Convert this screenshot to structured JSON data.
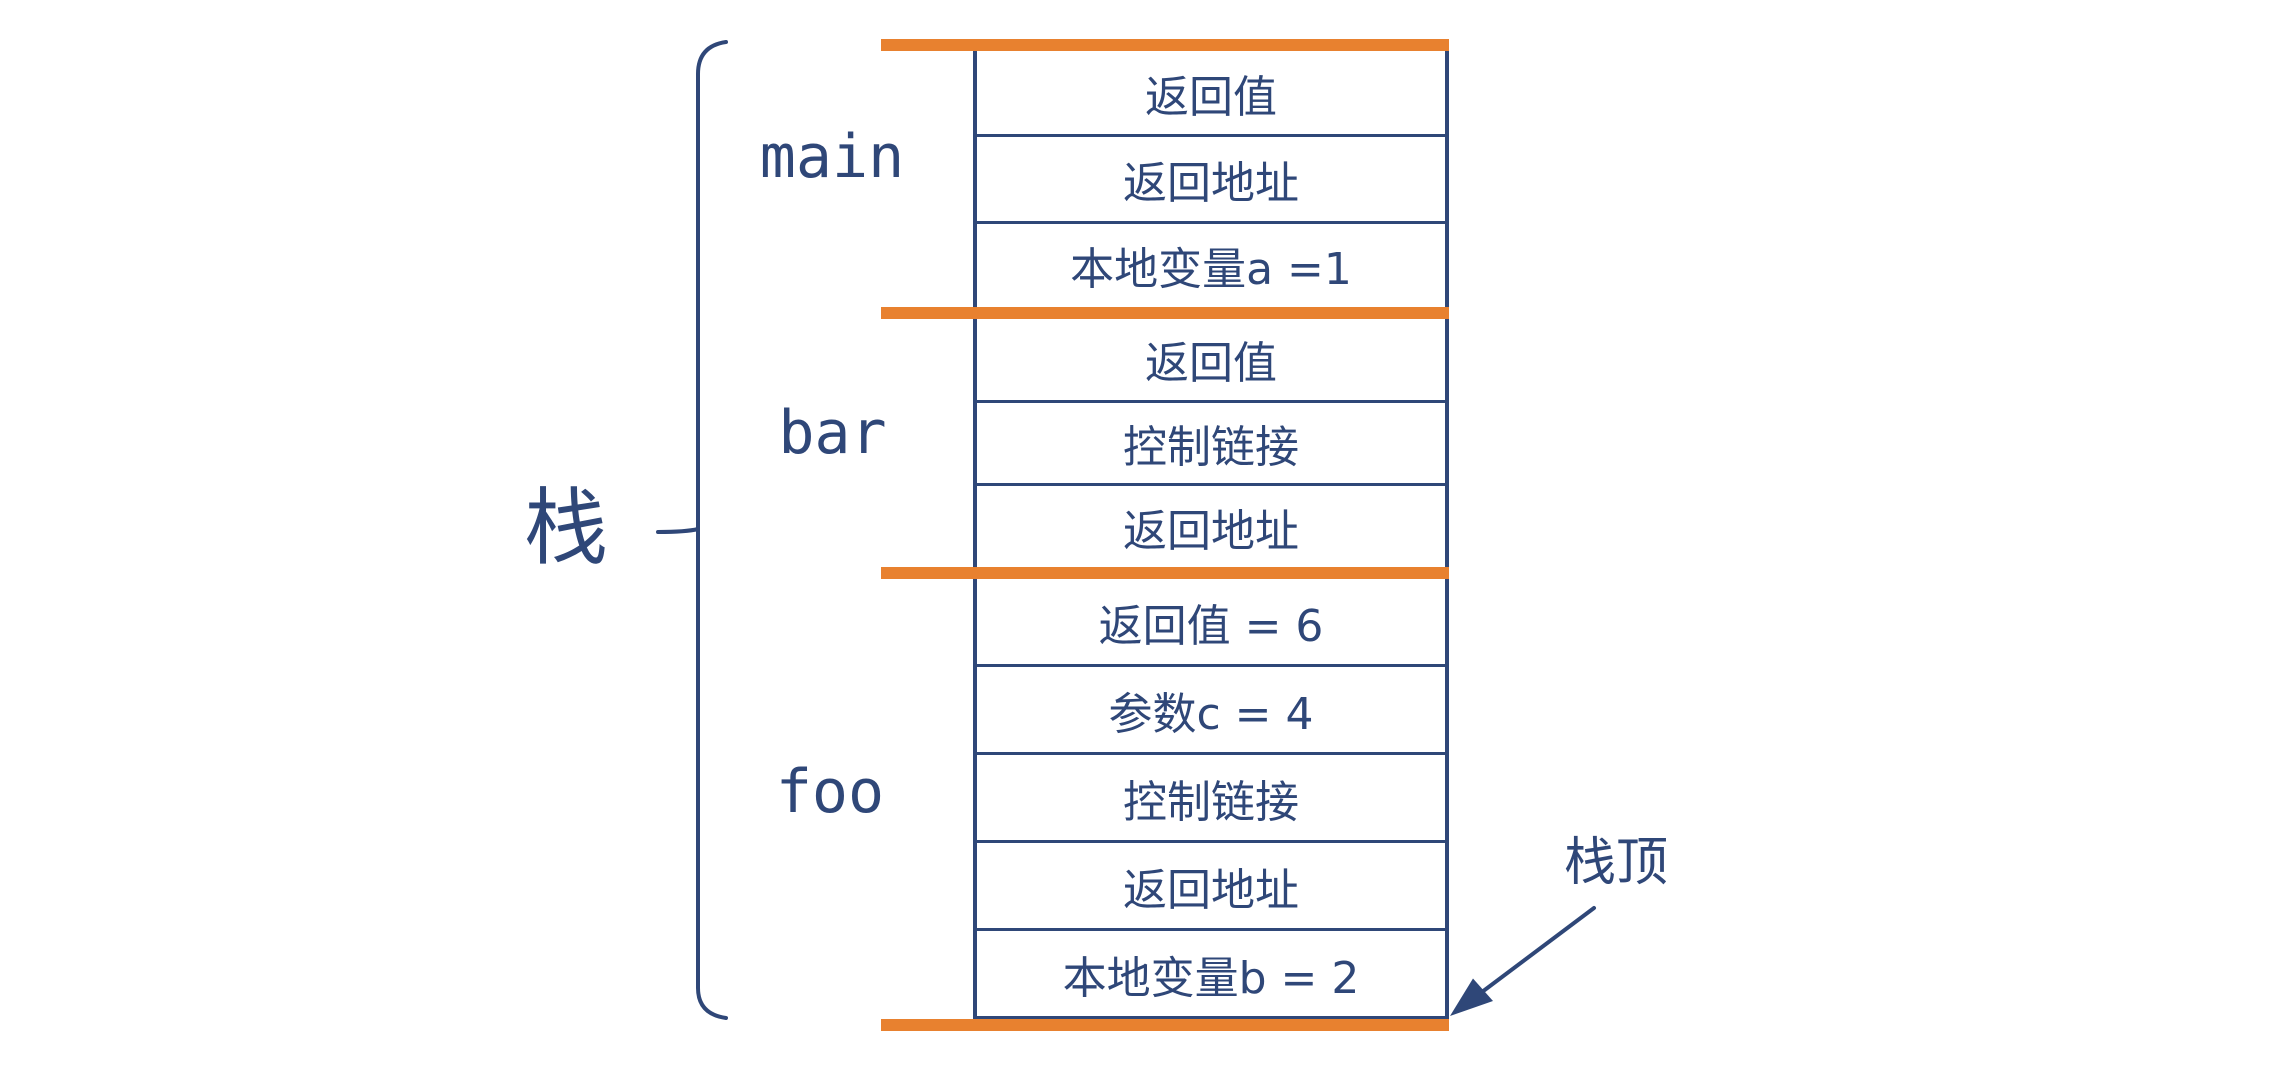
{
  "diagram": {
    "stack_label": "栈",
    "stack_top_label": "栈顶",
    "frames": [
      {
        "name": "main",
        "cells": [
          "返回值",
          "返回地址",
          "本地变量a =1"
        ]
      },
      {
        "name": "bar",
        "cells": [
          "返回值",
          "控制链接",
          "返回地址"
        ]
      },
      {
        "name": "foo",
        "cells": [
          "返回值 = 6",
          "参数c = 4",
          "控制链接",
          "返回地址",
          "本地变量b = 2"
        ]
      }
    ],
    "colors": {
      "line": "#2F4778",
      "frame_divider": "#E8812F",
      "background": "#FFFFFF"
    }
  }
}
